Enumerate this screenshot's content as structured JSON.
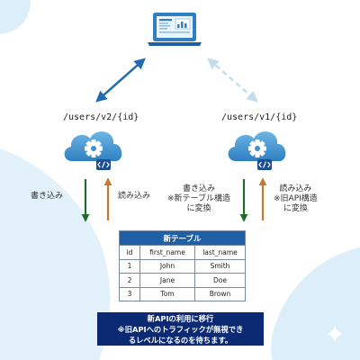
{
  "endpoints": {
    "v2": "/users/v2/{id}",
    "v1": "/users/v1/{id}"
  },
  "left_labels": {
    "write": "書き込み",
    "read": "読み込み"
  },
  "right_labels": {
    "write_lines": [
      "書き込み",
      "※新テーブル構造",
      "に変換"
    ],
    "read_lines": [
      "読み込み",
      "※旧API構造",
      "に変換"
    ]
  },
  "table": {
    "title": "新テーブル",
    "columns": [
      "id",
      "first_name",
      "last_name"
    ],
    "rows": [
      [
        "1",
        "John",
        "Smith"
      ],
      [
        "2",
        "Jane",
        "Doe"
      ],
      [
        "3",
        "Tom",
        "Brown"
      ]
    ]
  },
  "note_lines": [
    "新APIの利用に移行",
    "※旧APIへのトラフィックが無視でき",
    "るレベルになるのを待ちます。"
  ],
  "icons": {
    "client": "laptop-icon",
    "service": "cloud-gear-icon",
    "code_badge": "code-icon",
    "sparkle": "sparkle-icon"
  },
  "colors": {
    "accent_blue": "#1f6cb0",
    "arrow_light": "#c5dcec",
    "write_arrow": "#1f6b2a",
    "read_arrow": "#c9782f",
    "table_header": "#1f5fa5",
    "note_bg": "#0b2a73",
    "decor": "#dceefa"
  }
}
